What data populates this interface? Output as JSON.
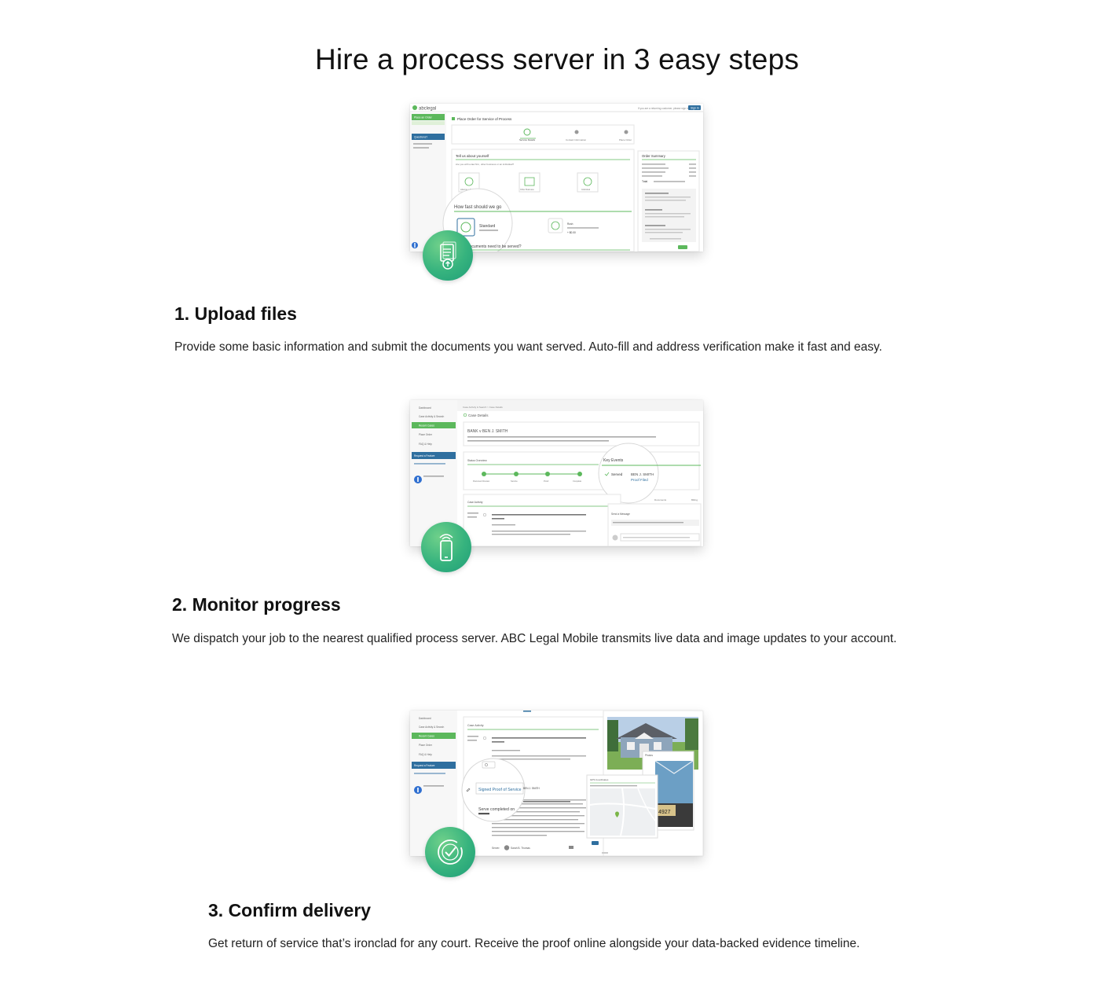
{
  "page": {
    "title": "Hire a process server in 3 easy steps"
  },
  "steps": [
    {
      "title": "1. Upload files",
      "text": "Provide some basic information and submit the documents you want served. Auto-fill and address verification make it fast and easy.",
      "icon": "document-upload-icon",
      "screenshot": {
        "brand": "abclegal",
        "top_link": "If you are a returning customer, please sign in",
        "sign_in": "Sign In",
        "page_heading": "Place Order for Service of Process",
        "steps": [
          "Service Details",
          "Contact Information",
          "Place Order"
        ],
        "section_heading": "Tell us about yourself",
        "question": "Are you with a law firm, other business or an individual?",
        "options": [
          "Attorney / Firm",
          "Other Business",
          "Individual"
        ],
        "magnified_question": "How fast should we go",
        "speed_options": [
          "Standard",
          "Rush"
        ],
        "rush_price": "+ $0.00",
        "docs_question": "Documents need to be served?",
        "order_summary": "Order Summary",
        "summary_total": "Total",
        "side_items": [
          "Place an Order",
          "Questions?"
        ]
      }
    },
    {
      "title": "2. Monitor progress",
      "text": "We dispatch your job to the nearest qualified process server. ABC Legal Mobile transmits live data and image updates to your account.",
      "icon": "mobile-phone-icon",
      "screenshot": {
        "breadcrumb": "Case Activity & Search > Case Details",
        "case_heading": "Case Details",
        "case_title": "BANK v BEN J. SMITH",
        "status_overview": "Status Overview",
        "status_steps": [
          "Document Review",
          "Service",
          "Proof",
          "Complete"
        ],
        "key_events": "Key Events",
        "served_label": "Served",
        "served_name": "BEN J. SMITH",
        "proof_label": "Proof Filed",
        "case_activity": "Case Activity",
        "send_message": "Send a Message",
        "documents_tab": "Documents",
        "billing_tab": "Billing",
        "side_items": [
          "Dashboard",
          "Case Activity & Search",
          "Recent Cases",
          "Place Order",
          "FAQ & Help",
          "Request a Feature"
        ]
      }
    },
    {
      "title": "3. Confirm delivery",
      "text": "Get return of service that’s ironclad for any court. Receive the proof online alongside your data-backed evidence timeline.",
      "icon": "check-circle-icon",
      "screenshot": {
        "case_activity": "Case Activity",
        "signed_proof": "Signed Proof of Service",
        "served_completed": "Serve completed on",
        "served_name": "BEN J. SMITH",
        "photos_label": "Photos",
        "gps_label": "GPS Coordinates",
        "server_label": "Server:",
        "server_name": "Sarah B. Thomas",
        "side_items": [
          "Dashboard",
          "Case Activity & Search",
          "Recent Cases",
          "Place Order",
          "FAQ & Help",
          "Request a Feature"
        ]
      }
    }
  ],
  "colors": {
    "accent_green": "#5cb85c",
    "badge_green": "#36b37e",
    "sidebar_blue": "#2f6f9f",
    "text_dark": "#111111"
  }
}
